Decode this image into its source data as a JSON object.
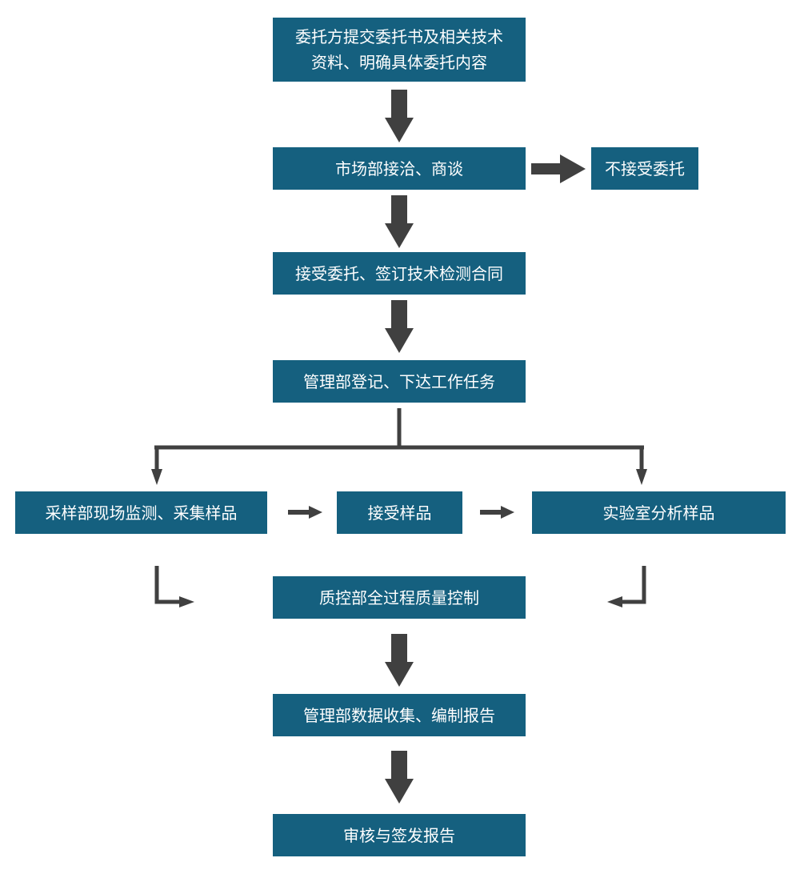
{
  "diagram": {
    "colors": {
      "box_fill": "#15607f",
      "box_text": "#ffffff",
      "arrow": "#404040"
    },
    "nodes": {
      "submit_line1": "委托方提交委托书及相关技术",
      "submit_line2": "资料、明确具体委托内容",
      "negotiate": "市场部接洽、商谈",
      "reject": "不接受委托",
      "accept_contract": "接受委托、签订技术检测合同",
      "register_assign": "管理部登记、下达工作任务",
      "field_sampling": "采样部现场监测、采集样品",
      "receive_samples": "接受样品",
      "lab_analysis": "实验室分析样品",
      "quality_control": "质控部全过程质量控制",
      "data_report": "管理部数据收集、编制报告",
      "review_issue": "审核与签发报告"
    }
  }
}
